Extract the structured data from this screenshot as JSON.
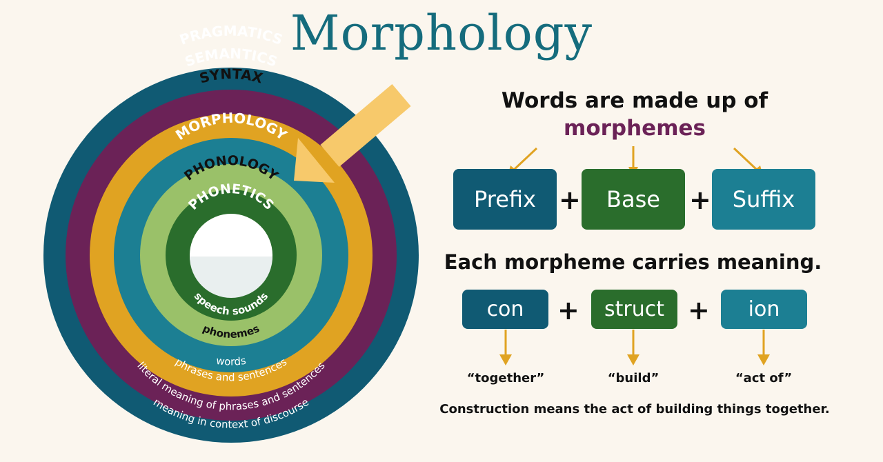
{
  "title": "Morphology",
  "rings": {
    "pragmatics": "PRAGMATICS",
    "semantics": "SEMANTICS",
    "syntax": "SYNTAX",
    "morphology": "MORPHOLOGY",
    "phonology": "PHONOLOGY",
    "phonetics": "PHONETICS",
    "speech_sounds": "speech sounds",
    "phonemes": "phonemes",
    "words": "words",
    "phrases": "phrases and sentences",
    "literal": "literal meaning of phrases and sentences",
    "discourse": "meaning in context of discourse"
  },
  "right": {
    "heading_line1": "Words are made up of",
    "heading_line2": "morphemes",
    "parts": [
      "Prefix",
      "Base",
      "Suffix"
    ],
    "plus": "+",
    "subheading": "Each morpheme carries meaning.",
    "example_parts": [
      "con",
      "struct",
      "ion"
    ],
    "meanings": [
      "“together”",
      "“build”",
      "“act of”"
    ],
    "conclusion": "Construction means the act of building things together."
  },
  "colors": {
    "title": "#156c7d",
    "pragmatics": "#105a73",
    "semantics": "#6b2257",
    "syntax": "#e0a322",
    "morphology": "#1c7f93",
    "phonology": "#9ac169",
    "phonetics": "#2a6d2c",
    "arrow": "#f7c96b",
    "morphemes_word": "#6b2257"
  }
}
